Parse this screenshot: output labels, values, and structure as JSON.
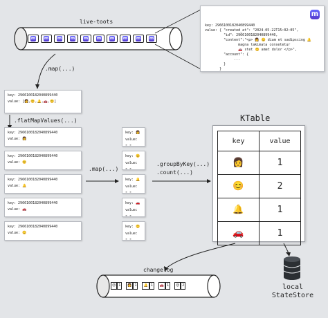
{
  "live_toots": {
    "label": "live-toots",
    "item_count": 10,
    "icon_letter": "m"
  },
  "popup": {
    "lines": [
      "key: 2966100182040899440",
      "value: { \"created_at\": \"2024-05-22T15:02:05\",",
      "         \"id\": 2966100182040899440,",
      "         \"content\":\"<p> 👩 😊 diam et sadipscing 🔔",
      "                magna takimata consetetur",
      "                🚗 stet 😊 amet dolor </p>\",",
      "         \"account\": {",
      "              ...",
      "         }",
      "       }"
    ]
  },
  "ops": {
    "map1": ".map(...)",
    "flatmap": ".flatMapValues(...)",
    "map2": ".map(...)",
    "groupby": ".groupByKey(...)",
    "count": ".count(...)"
  },
  "first_card": {
    "key": "key: 2966100182040899440",
    "value": "value: [👩,😊,🔔,🚗,😊]"
  },
  "flat_cards": [
    {
      "key": "key: 2966100182040899440",
      "value": "value: 👩"
    },
    {
      "key": "key: 2966100182040899440",
      "value": "value: 😊"
    },
    {
      "key": "key: 2966100182040899440",
      "value": "value: 🔔"
    },
    {
      "key": "key: 2966100182040899440",
      "value": "value: 🚗"
    },
    {
      "key": "key: 2966100182040899440",
      "value": "value: 😊"
    }
  ],
  "map_cards": [
    {
      "key": "key: 👩",
      "value": "value: \" \""
    },
    {
      "key": "key: 😊",
      "value": "value: \" \""
    },
    {
      "key": "key: 🔔",
      "value": "value: \" \""
    },
    {
      "key": "key: 🚗",
      "value": "value: \" \""
    },
    {
      "key": "key: 😊",
      "value": "value: \" \""
    }
  ],
  "ktable": {
    "title": "KTable",
    "headers": [
      "key",
      "value"
    ],
    "rows": [
      {
        "key": "👩",
        "value": "1"
      },
      {
        "key": "😊",
        "value": "2"
      },
      {
        "key": "🔔",
        "value": "1"
      },
      {
        "key": "🚗",
        "value": "1"
      }
    ]
  },
  "changelog": {
    "label": "changelog",
    "items": [
      {
        "k": "😊",
        "v": "1"
      },
      {
        "k": "👩",
        "v": "1"
      },
      {
        "k": "🔔",
        "v": "1"
      },
      {
        "k": "🚗",
        "v": "1"
      },
      {
        "k": "😊",
        "v": "2"
      }
    ]
  },
  "state_store": {
    "line1": "local",
    "line2": "StateStore"
  }
}
